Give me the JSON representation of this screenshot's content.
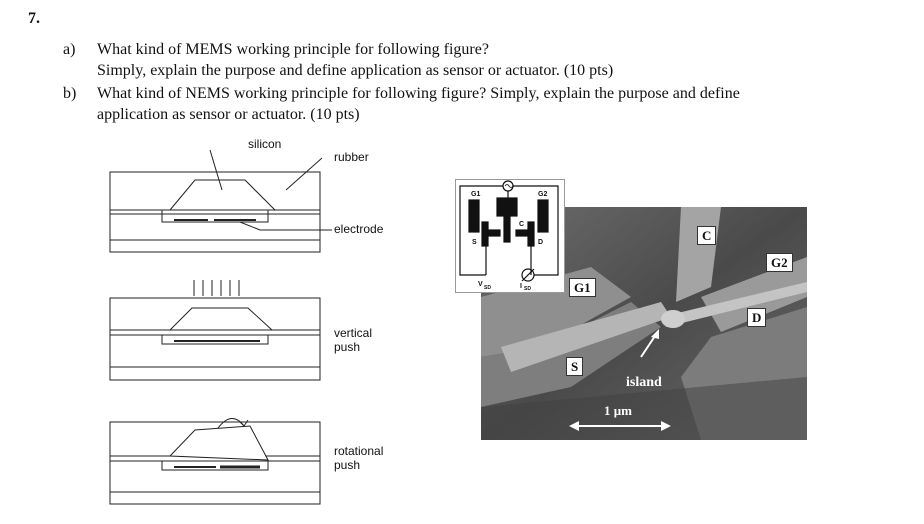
{
  "question_number": "7.",
  "part_a": {
    "label": "a)",
    "line1": "What kind of MEMS working principle for following figure?",
    "line2": "Simply, explain the purpose and define application as sensor or actuator. (10 pts)"
  },
  "part_b": {
    "label": "b)",
    "line1": "What kind of NEMS working principle for following figure? Simply, explain the purpose and define",
    "line2": "application as sensor or actuator. (10 pts)"
  },
  "mems_figure": {
    "silicon": "silicon",
    "rubber": "rubber",
    "electrode": "electrode",
    "vertical_push": [
      "vertical",
      "push"
    ],
    "rotational_push": [
      "rotational",
      "push"
    ]
  },
  "nems_figure": {
    "labels": {
      "c": "C",
      "g1": "G1",
      "g2": "G2",
      "s": "S",
      "d": "D",
      "island": "island",
      "scale": "1 μm"
    },
    "inset_labels": {
      "g1": "G1",
      "g2": "G2",
      "s": "S",
      "d": "D",
      "c": "C",
      "vsd": "V",
      "vsd_sub": "SD",
      "isd": "I",
      "isd_sub": "SD"
    }
  }
}
